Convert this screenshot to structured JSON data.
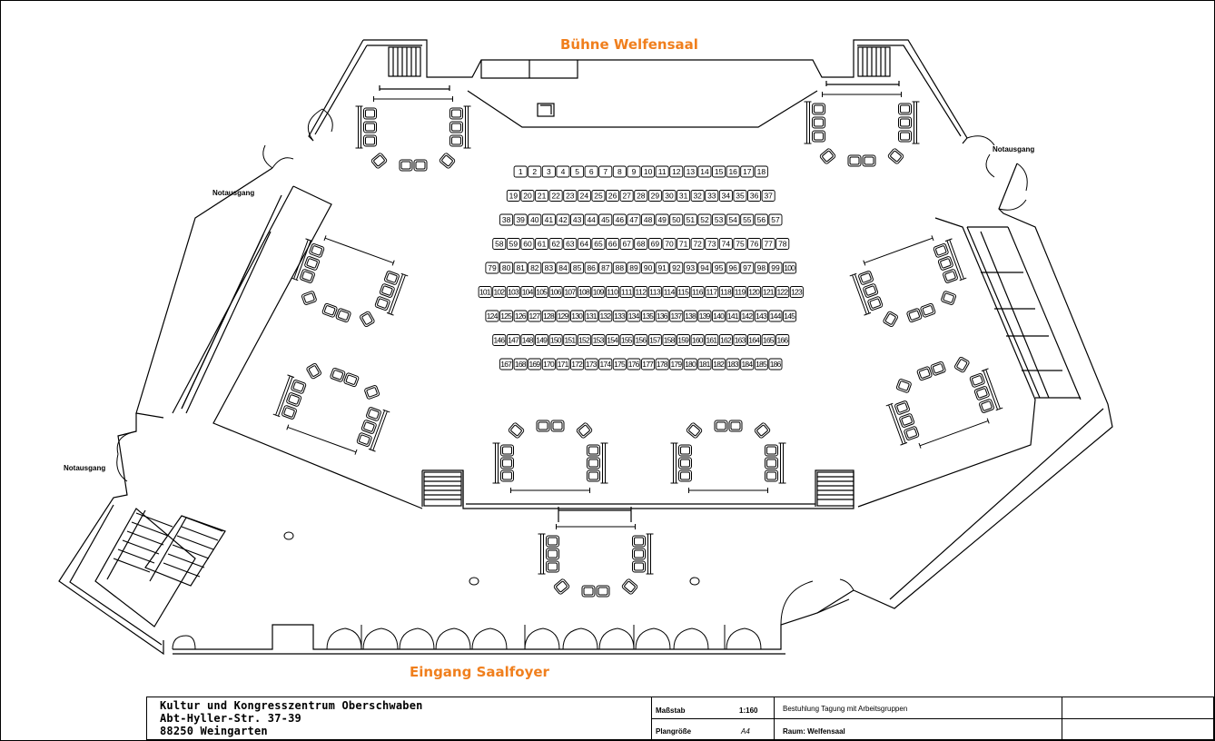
{
  "labels": {
    "stage": "Bühne Welfensaal",
    "entrance": "Eingang Saalfoyer",
    "emergency_exit": "Notausgang"
  },
  "seating": {
    "rows": [
      [
        1,
        18
      ],
      [
        19,
        37
      ],
      [
        38,
        57
      ],
      [
        58,
        78
      ],
      [
        79,
        100
      ],
      [
        101,
        123
      ],
      [
        124,
        145
      ],
      [
        146,
        166
      ],
      [
        167,
        186
      ]
    ]
  },
  "title_block": {
    "org_line1": "Kultur und Kongresszentrum Oberschwaben",
    "org_line2": "Abt-Hyller-Str. 37-39",
    "org_line3": "88250 Weingarten",
    "scale_label": "Maßstab",
    "scale_value": "1:160",
    "size_label": "Plangröße",
    "size_value": "A4",
    "description": "Bestuhlung Tagung mit Arbeitsgruppen",
    "room": "Raum: Welfensaal"
  },
  "colors": {
    "accent": "#f07f1d",
    "line": "#000000"
  }
}
